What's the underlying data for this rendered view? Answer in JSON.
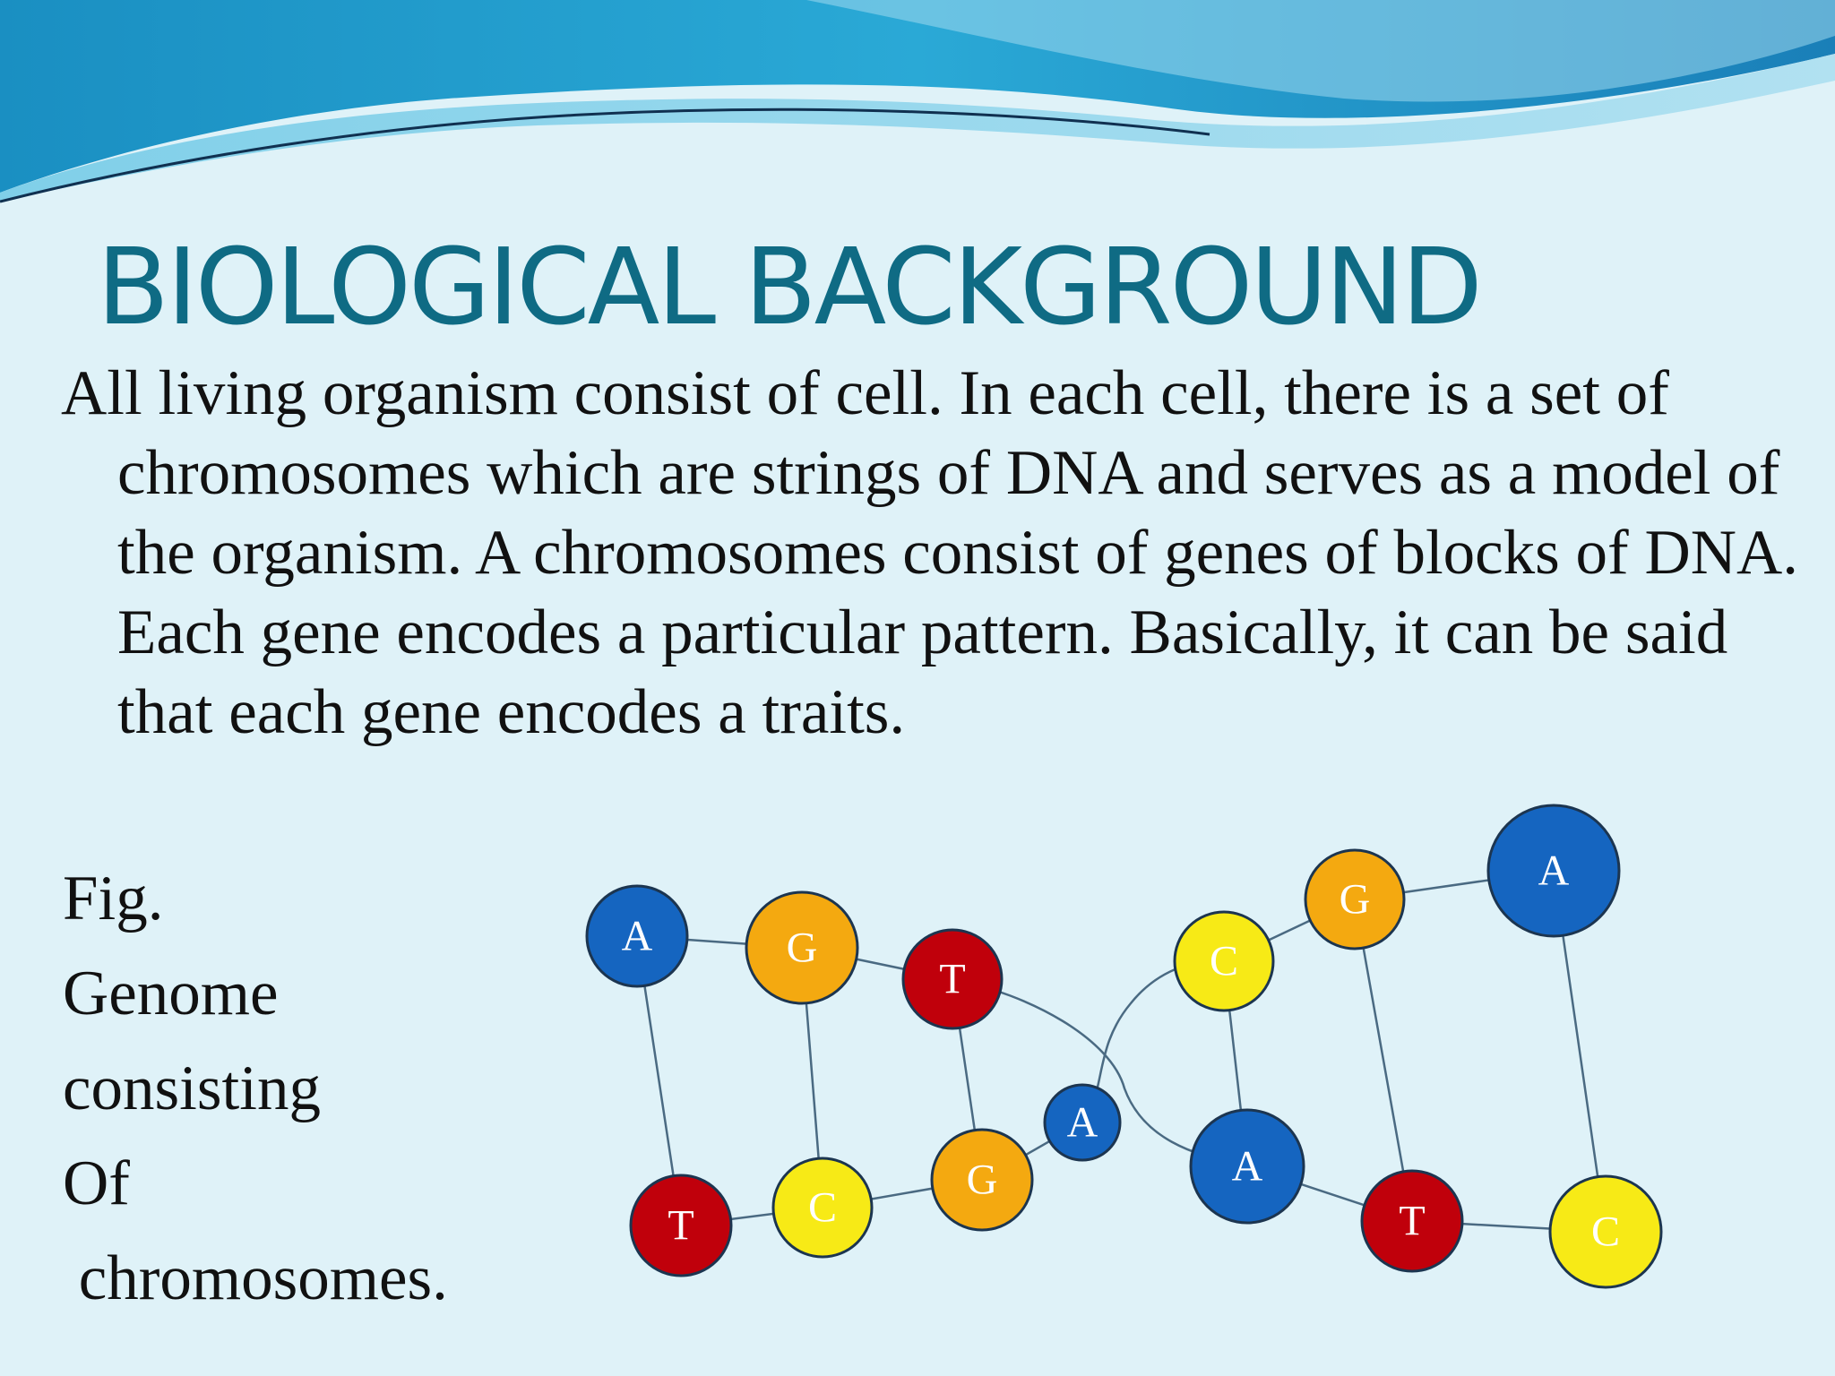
{
  "slide": {
    "title": "BIOLOGICAL BACKGROUND",
    "body": "All living organism consist of cell. In each cell, there is a set of chromosomes which are strings of DNA and serves as a model of the organism. A chromosomes consist of genes of blocks of DNA. Each gene encodes a particular pattern. Basically, it can be said that each gene encodes a traits.",
    "caption_lines": [
      "Fig.",
      "Genome",
      "consisting",
      "Of",
      " chromosomes."
    ]
  },
  "colors": {
    "title": "#0f6b84",
    "background": "#dff2f8",
    "base_A": "#1565c0",
    "base_G": "#f4a910",
    "base_T": "#c0000b",
    "base_C": "#f7ea16",
    "link": "#4a6a82"
  },
  "figure": {
    "nodes": [
      {
        "id": "n1",
        "base": "A"
      },
      {
        "id": "n2",
        "base": "G"
      },
      {
        "id": "n3",
        "base": "T"
      },
      {
        "id": "n4",
        "base": "T"
      },
      {
        "id": "n5",
        "base": "C"
      },
      {
        "id": "n6",
        "base": "G"
      },
      {
        "id": "n7",
        "base": "A"
      },
      {
        "id": "n8",
        "base": "C"
      },
      {
        "id": "n9",
        "base": "G"
      },
      {
        "id": "n10",
        "base": "A"
      },
      {
        "id": "n11",
        "base": "A"
      },
      {
        "id": "n12",
        "base": "T"
      },
      {
        "id": "n13",
        "base": "C"
      }
    ]
  }
}
